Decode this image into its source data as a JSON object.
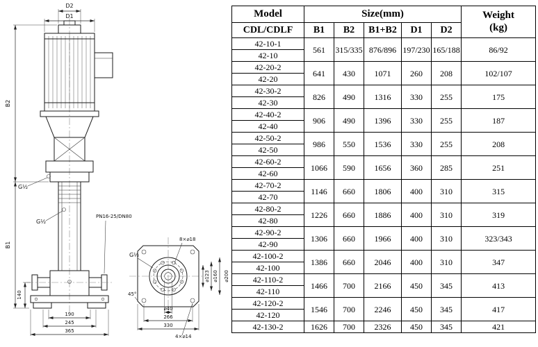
{
  "drawing": {
    "labels": {
      "d2": "D2",
      "d1": "D1",
      "b2": "B2",
      "b1": "B1",
      "g_half_head": "G½",
      "g_half_column": "G½",
      "g_half_flange": "G½",
      "pn": "PN16-25/DN80",
      "h140": "140",
      "w190": "190",
      "w245": "245",
      "w365": "365",
      "bolt8": "8×⌀18",
      "dia123": "⌀123",
      "dia160": "⌀160",
      "dia200": "⌀200",
      "dia40": "⌀40",
      "w266": "266",
      "w330": "330",
      "bolt4": "4×⌀14",
      "ang45": "45°"
    }
  },
  "table": {
    "header": {
      "model": "Model",
      "model_sub": "CDL/CDLF",
      "size": "Size(mm)",
      "cols": [
        "B1",
        "B2",
        "B1+B2",
        "D1",
        "D2"
      ],
      "weight": "Weight",
      "weight_unit": "(kg)"
    },
    "groups": [
      {
        "m1": "42-10-1",
        "m2": "42-10",
        "b1": "561",
        "b2": "315/335",
        "sum": "876/896",
        "d1": "197/230",
        "d2": "165/188",
        "w": "86/92"
      },
      {
        "m1": "42-20-2",
        "m2": "42-20",
        "b1": "641",
        "b2": "430",
        "sum": "1071",
        "d1": "260",
        "d2": "208",
        "w": "102/107"
      },
      {
        "m1": "42-30-2",
        "m2": "42-30",
        "b1": "826",
        "b2": "490",
        "sum": "1316",
        "d1": "330",
        "d2": "255",
        "w": "175"
      },
      {
        "m1": "42-40-2",
        "m2": "42-40",
        "b1": "906",
        "b2": "490",
        "sum": "1396",
        "d1": "330",
        "d2": "255",
        "w": "187"
      },
      {
        "m1": "42-50-2",
        "m2": "42-50",
        "b1": "986",
        "b2": "550",
        "sum": "1536",
        "d1": "330",
        "d2": "255",
        "w": "208"
      },
      {
        "m1": "42-60-2",
        "m2": "42-60",
        "b1": "1066",
        "b2": "590",
        "sum": "1656",
        "d1": "360",
        "d2": "285",
        "w": "251"
      },
      {
        "m1": "42-70-2",
        "m2": "42-70",
        "b1": "1146",
        "b2": "660",
        "sum": "1806",
        "d1": "400",
        "d2": "310",
        "w": "315"
      },
      {
        "m1": "42-80-2",
        "m2": "42-80",
        "b1": "1226",
        "b2": "660",
        "sum": "1886",
        "d1": "400",
        "d2": "310",
        "w": "319"
      },
      {
        "m1": "42-90-2",
        "m2": "42-90",
        "b1": "1306",
        "b2": "660",
        "sum": "1966",
        "d1": "400",
        "d2": "310",
        "w": "323/343"
      },
      {
        "m1": "42-100-2",
        "m2": "42-100",
        "b1": "1386",
        "b2": "660",
        "sum": "2046",
        "d1": "400",
        "d2": "310",
        "w": "347"
      },
      {
        "m1": "42-110-2",
        "m2": "42-110",
        "b1": "1466",
        "b2": "700",
        "sum": "2166",
        "d1": "450",
        "d2": "345",
        "w": "413"
      },
      {
        "m1": "42-120-2",
        "m2": "42-120",
        "b1": "1546",
        "b2": "700",
        "sum": "2246",
        "d1": "450",
        "d2": "345",
        "w": "417"
      },
      {
        "m1": "42-130-2",
        "m2": null,
        "b1": "1626",
        "b2": "700",
        "sum": "2326",
        "d1": "450",
        "d2": "345",
        "w": "421"
      }
    ]
  }
}
